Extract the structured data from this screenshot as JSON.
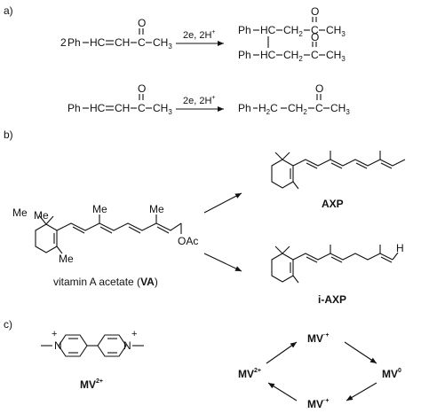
{
  "panels": {
    "a": "a)",
    "b": "b)",
    "c": "c)"
  },
  "reaction1": {
    "coef": "2",
    "ph": "Ph",
    "hc": "HC",
    "ch": "CH",
    "c": "C",
    "ch3": "CH",
    "o": "O",
    "conditions": "2e, 2H",
    "plus": "+",
    "prod_ph1": "Ph",
    "prod_hc1": "HC",
    "prod_ch2": "CH",
    "prod_c": "C",
    "prod_ch3": "CH",
    "three": "3",
    "two": "2"
  },
  "reaction2": {
    "ph": "Ph",
    "hc": "HC",
    "ch": "CH",
    "c": "C",
    "ch3": "CH",
    "o": "O",
    "conditions": "2e, 2H",
    "plus": "+",
    "prod_ph": "Ph",
    "prod_h2c": "H",
    "prod_c_of_h2c": "C",
    "prod_ch2": "CH",
    "prod_c": "C",
    "prod_ch3": "CH",
    "three": "3",
    "two": "2"
  },
  "panel_b": {
    "me_label": "Me",
    "oac": "OAc",
    "va_caption_prefix": "vitamin A acetate (",
    "va_caption_bold": "VA",
    "va_caption_suffix": ")",
    "axp": "AXP",
    "iaxp": "i-AXP",
    "h": "H"
  },
  "panel_c": {
    "mv2_base": "MV",
    "mv2_charge": "2+",
    "mv_rad": "MV",
    "mv_rad_charge": "·+",
    "mv0": "MV",
    "mv0_charge": "0",
    "plus": "+",
    "n": "N"
  }
}
